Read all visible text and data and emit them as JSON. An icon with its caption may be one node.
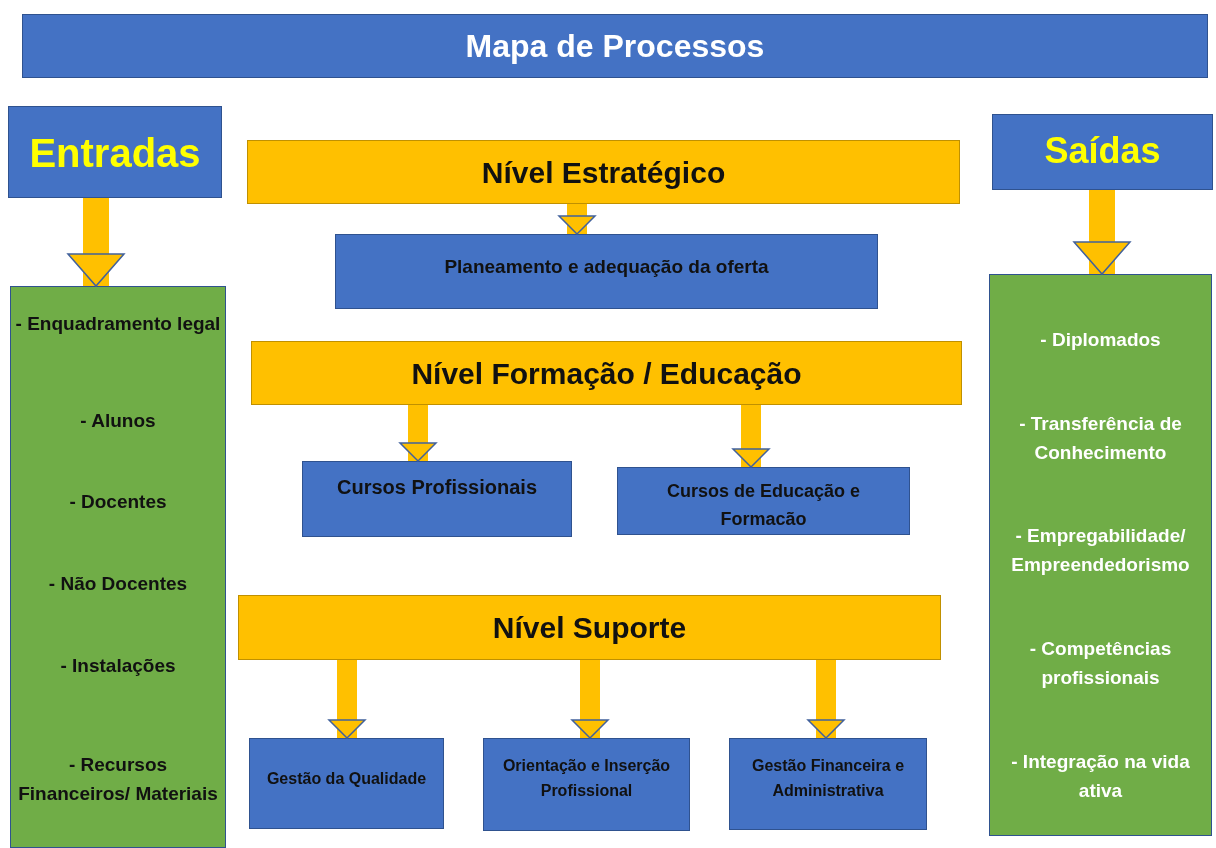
{
  "diagram": {
    "title": "Mapa de Processos",
    "nodes": [
      {
        "text": [
          "Entradas"
        ]
      },
      {
        "text": [
          "- Enquadramento legal",
          "- Alunos",
          "- Docentes",
          "- Não Docentes",
          "- Instalações",
          "- Recursos Financeiros/ Materiais"
        ]
      },
      {
        "text": [
          "Saídas"
        ]
      },
      {
        "text": [
          "- Diplomados",
          "- Transferência de Conhecimento",
          "- Empregabilidade/ Empreendedorismo",
          "- Competências profissionais",
          "- Integração na vida ativa"
        ]
      },
      {
        "text": [
          "Nível Estratégico"
        ]
      },
      {
        "text": [
          "Planeamento e adequação da oferta"
        ]
      },
      {
        "text": [
          "Nível Formação / Educação"
        ]
      },
      {
        "text": [
          "Cursos Profissionais"
        ]
      },
      {
        "text": [
          "Cursos de Educação e Formacão"
        ]
      },
      {
        "text": [
          "Nível Suporte"
        ]
      },
      {
        "text": [
          "Gestão da Qualidade"
        ]
      },
      {
        "text": [
          "Orientação e Inserção Profissional"
        ]
      },
      {
        "text": [
          "Gestão Financeira e Administrativa"
        ]
      }
    ],
    "edges": [
      {
        "from": 0,
        "to": 1,
        "arrow": "to"
      },
      {
        "from": 2,
        "to": 3,
        "arrow": "to"
      },
      {
        "from": 4,
        "to": 5,
        "arrow": "to"
      },
      {
        "from": 6,
        "to": 7,
        "arrow": "to"
      },
      {
        "from": 6,
        "to": 8,
        "arrow": "to"
      },
      {
        "from": 9,
        "to": 10,
        "arrow": "to"
      },
      {
        "from": 9,
        "to": 11,
        "arrow": "to"
      },
      {
        "from": 9,
        "to": 12,
        "arrow": "to"
      }
    ]
  }
}
